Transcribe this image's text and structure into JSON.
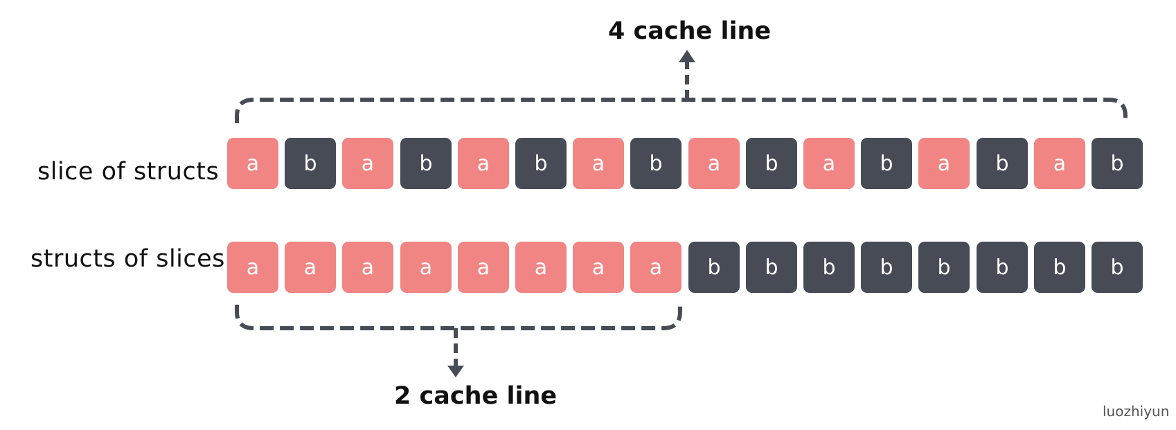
{
  "labels": {
    "row1": "slice of structs",
    "row2": "structs of slices"
  },
  "annotations": {
    "top": "4 cache line",
    "bottom": "2 cache line"
  },
  "rows": {
    "row1": [
      "a",
      "b",
      "a",
      "b",
      "a",
      "b",
      "a",
      "b",
      "a",
      "b",
      "a",
      "b",
      "a",
      "b",
      "a",
      "b"
    ],
    "row2": [
      "a",
      "a",
      "a",
      "a",
      "a",
      "a",
      "a",
      "a",
      "b",
      "b",
      "b",
      "b",
      "b",
      "b",
      "b",
      "b"
    ]
  },
  "colors": {
    "a": "#f08583",
    "b": "#464b55",
    "bracket": "#464b55"
  },
  "watermark": "luozhiyun"
}
